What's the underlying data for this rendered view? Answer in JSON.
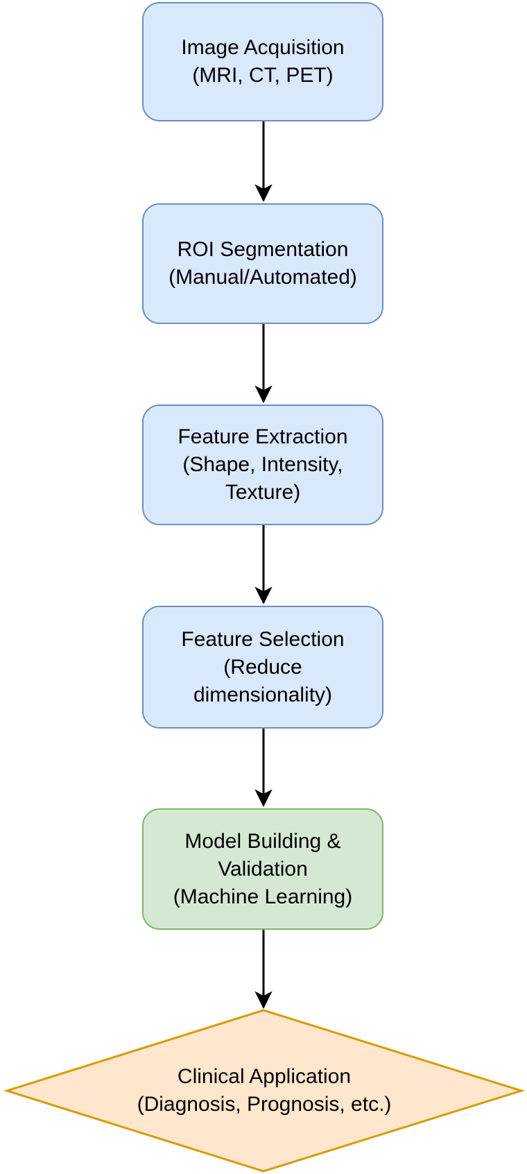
{
  "flowchart": {
    "background_color": "#ffffff",
    "text_color": "#000000",
    "arrow_color": "#000000",
    "nodes": [
      {
        "shape": "rounded-rectangle",
        "role": "process",
        "fill": "#dae8fc",
        "stroke": "#6c8ebf",
        "lines": [
          "Image Acquisition",
          "(MRI, CT, PET)"
        ]
      },
      {
        "shape": "rounded-rectangle",
        "role": "process",
        "fill": "#dae8fc",
        "stroke": "#6c8ebf",
        "lines": [
          "ROI Segmentation",
          "(Manual/Automated)"
        ]
      },
      {
        "shape": "rounded-rectangle",
        "role": "process",
        "fill": "#dae8fc",
        "stroke": "#6c8ebf",
        "lines": [
          "Feature Extraction",
          "(Shape, Intensity,",
          "Texture)"
        ]
      },
      {
        "shape": "rounded-rectangle",
        "role": "process",
        "fill": "#dae8fc",
        "stroke": "#6c8ebf",
        "lines": [
          "Feature Selection",
          "(Reduce",
          "dimensionality)"
        ]
      },
      {
        "shape": "rounded-rectangle",
        "role": "process",
        "fill": "#d5e8d4",
        "stroke": "#82b366",
        "lines": [
          "Model Building &",
          "Validation",
          "(Machine Learning)"
        ]
      },
      {
        "shape": "diamond",
        "role": "decision",
        "fill": "#ffe6cc",
        "stroke": "#d79b00",
        "lines": [
          "Clinical Application",
          "(Diagnosis, Prognosis, etc.)"
        ]
      }
    ],
    "connectors": {
      "count": 5,
      "style": "straight-vertical-arrow",
      "color": "#000000"
    }
  }
}
